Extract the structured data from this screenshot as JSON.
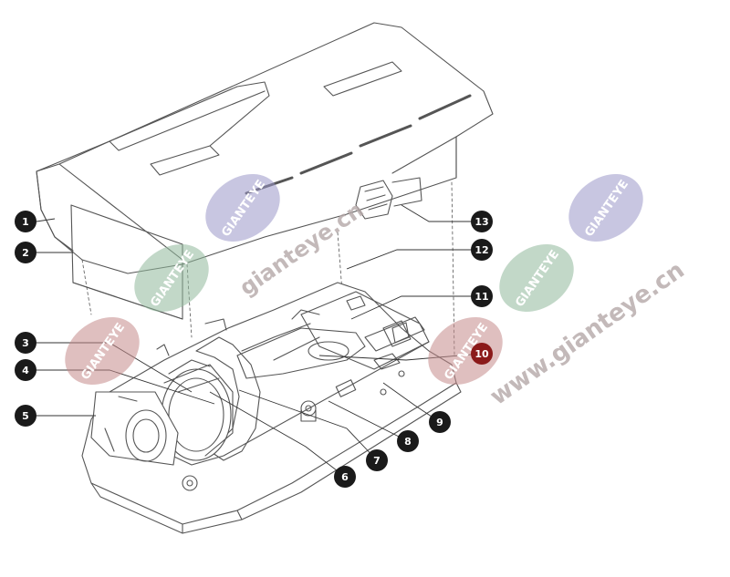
{
  "diagram": {
    "callouts": [
      {
        "id": "callout-1",
        "label": "1"
      },
      {
        "id": "callout-2",
        "label": "2"
      },
      {
        "id": "callout-3",
        "label": "3"
      },
      {
        "id": "callout-4",
        "label": "4"
      },
      {
        "id": "callout-5",
        "label": "5"
      },
      {
        "id": "callout-6",
        "label": "6"
      },
      {
        "id": "callout-7",
        "label": "7"
      },
      {
        "id": "callout-8",
        "label": "8"
      },
      {
        "id": "callout-9",
        "label": "9"
      },
      {
        "id": "callout-10",
        "label": "10"
      },
      {
        "id": "callout-11",
        "label": "11"
      },
      {
        "id": "callout-12",
        "label": "12"
      },
      {
        "id": "callout-13",
        "label": "13"
      }
    ],
    "watermark": {
      "badge_text": "GIANTEYE",
      "domain_text": "www.gianteye.cn",
      "short_domain": "gianteye.cn"
    },
    "colors": {
      "callout_fill": "#1a1a1a",
      "callout_highlight": "#8b1a1a",
      "line_art": "#555555",
      "wm_purple": "#9a98c8",
      "wm_green": "#8fb89a",
      "wm_red": "#c58a8a",
      "wm_text": "#b5a8a8"
    }
  }
}
